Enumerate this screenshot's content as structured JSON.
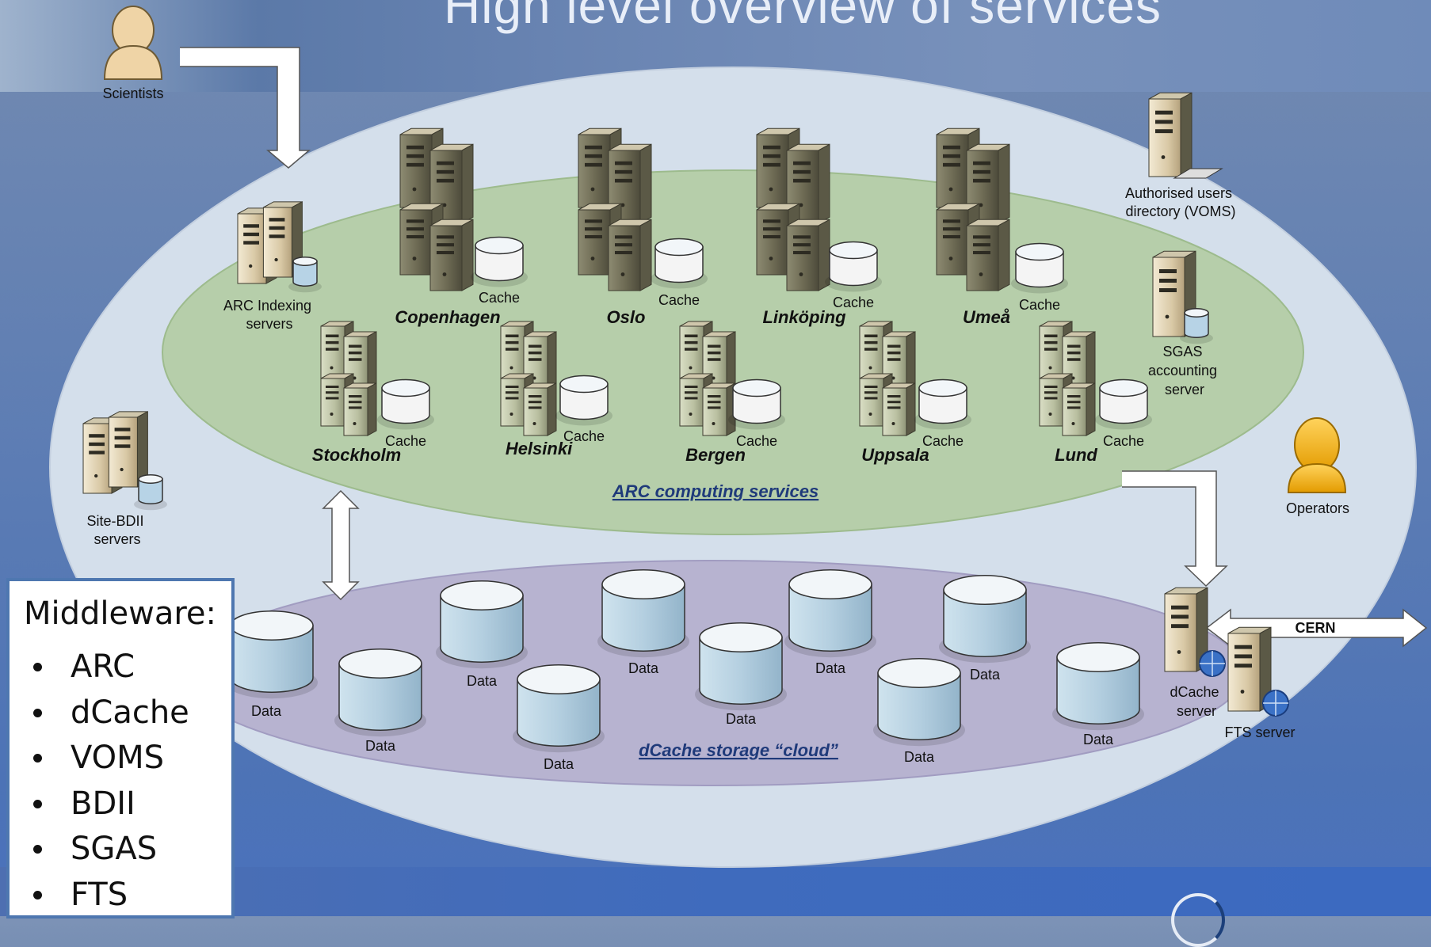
{
  "slide": {
    "title": "High level overview of services"
  },
  "actors": {
    "scientists": "Scientists",
    "operators": "Operators"
  },
  "services": {
    "arc_indexing": [
      "ARC Indexing",
      "servers"
    ],
    "site_bdii": [
      "Site-BDII",
      "servers"
    ],
    "voms": [
      "Authorised users",
      "directory (VOMS)"
    ],
    "sgas": [
      "SGAS",
      "accounting",
      "server"
    ],
    "dcache_server": [
      "dCache",
      "server"
    ],
    "fts_server": "FTS server",
    "cern": "CERN"
  },
  "computing": {
    "label": "ARC computing services",
    "cache_label": "Cache",
    "large_sites": [
      "Copenhagen",
      "Oslo",
      "Linköping",
      "Umeå"
    ],
    "small_sites": [
      "Stockholm",
      "Helsinki",
      "Bergen",
      "Uppsala",
      "Lund"
    ]
  },
  "storage": {
    "label": "dCache storage “cloud”",
    "data_label": "Data"
  },
  "middleware": {
    "title": "Middleware:",
    "items": [
      "ARC",
      "dCache",
      "VOMS",
      "BDII",
      "SGAS",
      "FTS"
    ]
  },
  "colors": {
    "outer_ellipse": "#d4dfeb",
    "compute_ellipse": "#b6ceaa",
    "storage_ellipse": "#b7b3d0",
    "link_text": "#1f3a7a",
    "person_skin": "#efd4a6",
    "operator": "#f2b21a"
  }
}
